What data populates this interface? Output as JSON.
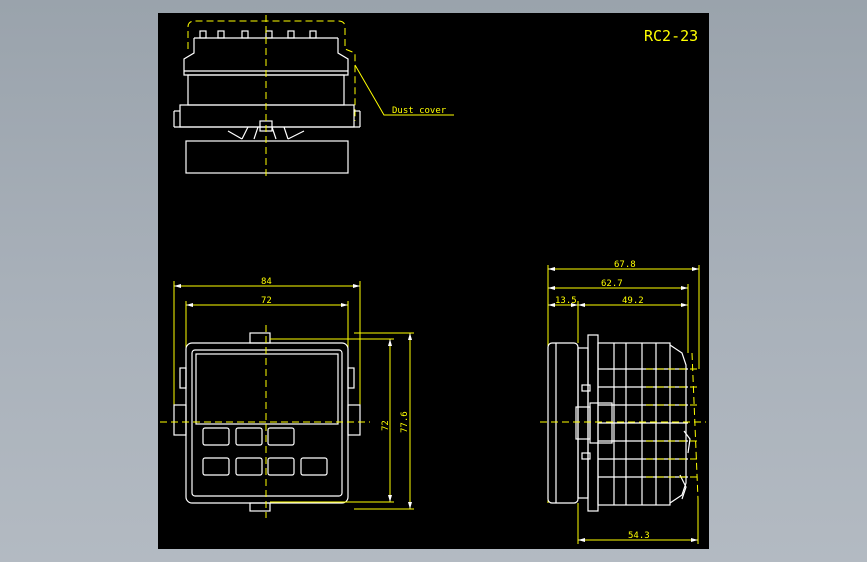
{
  "drawing": {
    "title": "RC2-23",
    "callout": "Dust cover"
  },
  "front_view": {
    "dim_width_outer": "84",
    "dim_width_inner": "72",
    "dim_height_inner": "72",
    "dim_height_outer": "77.6"
  },
  "side_view": {
    "dim_overall": "67.8",
    "dim_mid": "62.7",
    "dim_bezel": "13.5",
    "dim_body": "49.2",
    "dim_bottom": "54.3"
  },
  "colors": {
    "background": "#000000",
    "geometry": "#ffffff",
    "annotation": "#ffff00",
    "window_bg": "#a9b1ba"
  }
}
